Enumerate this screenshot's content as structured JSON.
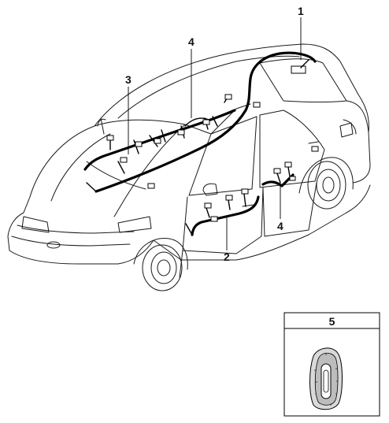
{
  "callouts": {
    "c1": "1",
    "c2": "2",
    "c3": "3",
    "c4_roof": "4",
    "c4_rear_door": "4"
  },
  "detail_box": {
    "label": "5"
  }
}
